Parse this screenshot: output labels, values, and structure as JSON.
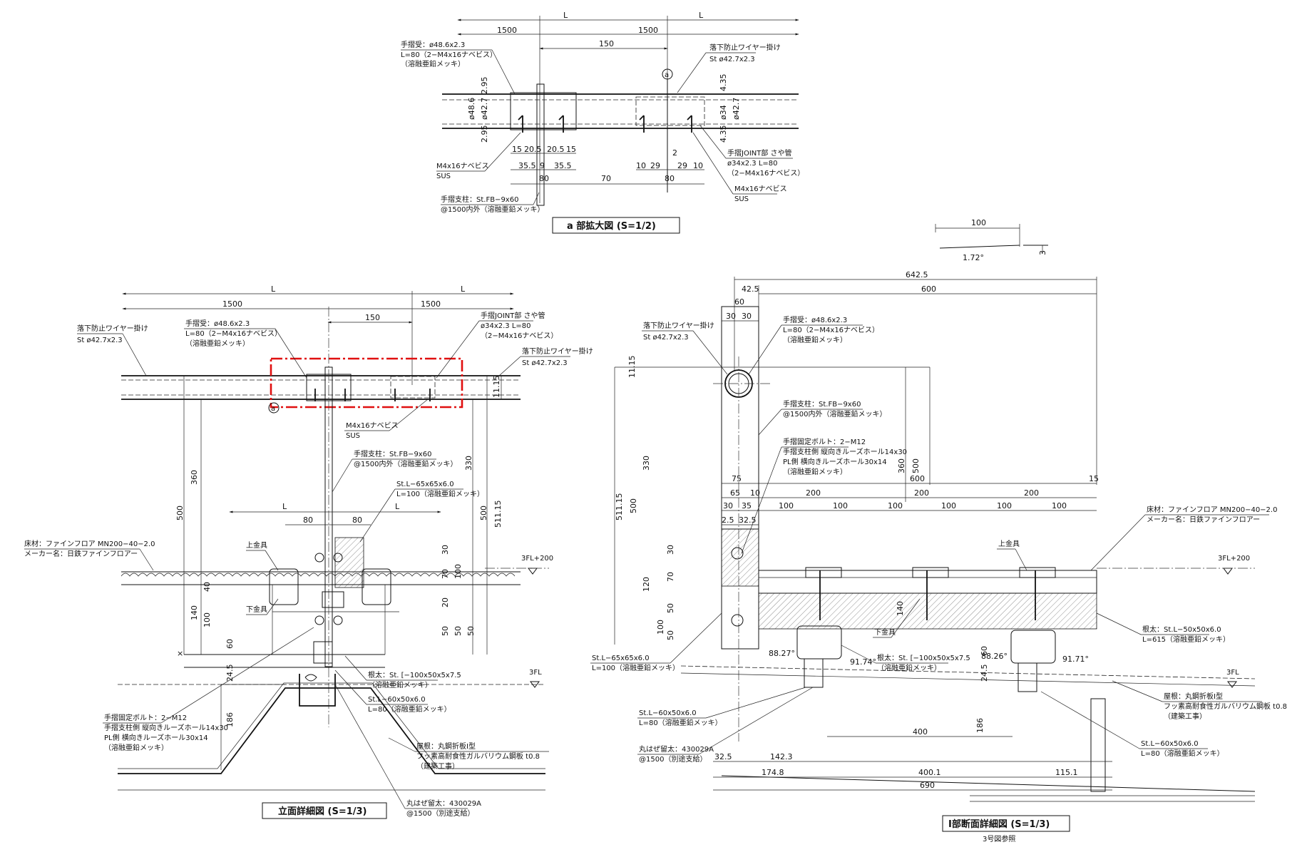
{
  "top_detail": {
    "title": "a 部拡大図 (S=1/2)",
    "dims": {
      "L_left": "L",
      "L_right": "L",
      "d1500a": "1500",
      "d1500b": "1500",
      "d150": "150",
      "d2_95a": "2.95",
      "d2_95b": "2.95",
      "d48_6": "ø48.6",
      "d42_7a": "ø42.7",
      "d4_35a": "4.35",
      "d4_35b": "4.35",
      "d34": "ø34",
      "d42_7b": "ø42.7",
      "d15a": "15",
      "d20_5a": "20.5",
      "d20_5b": "20.5",
      "d15b": "15",
      "d35_5a": "35.5",
      "d9": "9",
      "d35_5b": "35.5",
      "d80a": "80",
      "d70": "70",
      "d10a": "10",
      "d29a": "29",
      "d2": "2",
      "d29b": "29",
      "d10b": "10",
      "d80b": "80"
    },
    "notes": {
      "rail_recv_1": "手摺受：ø48.6x2.3",
      "rail_recv_2": "L=80（2−M4x16ナベビス）",
      "rail_recv_3": "（溶融亜鉛メッキ）",
      "fall_1": "落下防止ワイヤー掛け",
      "fall_2": "St ø42.7x2.3",
      "screw_1": "M4x16ナベビス",
      "screw_2": "SUS",
      "joint_1": "手摺JOINT部 さや管",
      "joint_2": "ø34x2.3 L=80",
      "joint_3": "（2−M4x16ナベビス）",
      "screw2_1": "M4x16ナベビス",
      "screw2_2": "SUS",
      "post_1": "手摺支柱：St.FB−9x60",
      "post_2": "@1500内外（溶融亜鉛メッキ）"
    },
    "marker": "a"
  },
  "slope_detail": {
    "d100": "100",
    "angle": "1.72°",
    "d3": "3"
  },
  "elevation": {
    "title": "立面詳細図 (S=1/3)",
    "dims": {
      "L1": "L",
      "L2": "L",
      "d1500a": "1500",
      "d1500b": "1500",
      "d150": "150",
      "d360": "360",
      "d500a": "500",
      "d330": "330",
      "d500b": "500",
      "d511_15": "511.15",
      "d11_15": "11.15",
      "dL3": "L",
      "dL4": "L",
      "d80a": "80",
      "d80b": "80",
      "d30": "30",
      "d70": "70",
      "d100a": "100",
      "d20": "20",
      "d50a": "50",
      "d50b": "50",
      "d50c": "50",
      "d40": "40",
      "d140": "140",
      "d100b": "100",
      "d60": "60",
      "d24_5": "24.5",
      "d186": "186"
    },
    "notes": {
      "fall_1": "落下防止ワイヤー掛け",
      "fall_2": "St ø42.7x2.3",
      "recv_1": "手摺受：ø48.6x2.3",
      "recv_2": "L=80（2−M4x16ナベビス）",
      "recv_3": "（溶融亜鉛メッキ）",
      "joint_1": "手摺JOINT部 さや管",
      "joint_2": "ø34x2.3 L=80",
      "joint_3": "（2−M4x16ナベビス）",
      "fall2_1": "落下防止ワイヤー掛け",
      "fall2_2": "St ø42.7x2.3",
      "screw_1": "M4x16ナベビス",
      "screw_2": "SUS",
      "post_1": "手摺支柱：St.FB−9x60",
      "post_2": "@1500内外（溶融亜鉛メッキ）",
      "angle_1": "St.L−65x65x6.0",
      "angle_2": "L=100（溶融亜鉛メッキ）",
      "floor_1": "床材：ファインフロア MN200−40−2.0",
      "floor_2": "メーカー名：日鉄ファインフロアー",
      "upper": "上金具",
      "lower": "下金具",
      "beam_1": "根太：St. [−100x50x5x7.5",
      "beam_2": "（溶融亜鉛メッキ）",
      "angle2_1": "St.L−60x50x6.0",
      "angle2_2": "L=80（溶融亜鉛メッキ）",
      "bolt_1": "手摺固定ボルト：2−M12",
      "bolt_2": "手摺支柱側 縦向きルーズホール14x30",
      "bolt_3": "PL側 横向きルーズホール30x14",
      "bolt_4": "（溶融亜鉛メッキ）",
      "roof_1": "屋根：丸鋼折板Ⅰ型",
      "roof_2": "フッ素高耐食性ガルバリウム鋼板 t0.8",
      "roof_3": "（建築工事）",
      "purlin_1": "丸はぜ留太：430029A",
      "purlin_2": "@1500（別途支給）",
      "level_fl200": "3FL+200",
      "level_fl": "3FL",
      "marker": "a"
    }
  },
  "section": {
    "title": "Ⅰ部断面詳細図 (S=1/3)",
    "subtitle": "3号図参照",
    "dims": {
      "d642_5": "642.5",
      "d42_5": "42.5",
      "d600a": "600",
      "d60": "60",
      "d30a": "30",
      "d30b": "30",
      "d11_15": "11.15",
      "d330": "330",
      "d500a": "500",
      "d511_15": "511.15",
      "d360": "360",
      "d500b": "500",
      "d75": "75",
      "d600b": "600",
      "d15": "15",
      "d65": "65",
      "d10": "10",
      "d200a": "200",
      "d200b": "200",
      "d200c": "200",
      "d30c": "30",
      "d35": "35",
      "d100a": "100",
      "d100b": "100",
      "d100c": "100",
      "d100d": "100",
      "d100e": "100",
      "d100f": "100",
      "d2_5": "2.5",
      "d32_5a": "32.5",
      "d30d": "30",
      "d70": "70",
      "d120": "120",
      "d50a": "50",
      "d100g": "100",
      "d50b": "50",
      "d140": "140",
      "d60b": "60",
      "d24_5": "24.5",
      "d186": "186",
      "d400a": "400",
      "d32_5b": "32.5",
      "d142_3": "142.3",
      "d174_8": "174.8",
      "d400_1": "400.1",
      "d115_1": "115.1",
      "d690": "690",
      "a88_27": "88.27°",
      "a91_74": "91.74°",
      "a88_26": "88.26°",
      "a91_71": "91.71°"
    },
    "notes": {
      "fall_1": "落下防止ワイヤー掛け",
      "fall_2": "St ø42.7x2.3",
      "recv_1": "手摺受：ø48.6x2.3",
      "recv_2": "L=80（2−M4x16ナベビス）",
      "recv_3": "（溶融亜鉛メッキ）",
      "post_1": "手摺支柱：St.FB−9x60",
      "post_2": "@1500内外（溶融亜鉛メッキ）",
      "bolt_1": "手摺固定ボルト：2−M12",
      "bolt_2": "手摺支柱側 縦向きルーズホール14x30",
      "bolt_3": "PL側 横向きルーズホール30x14",
      "bolt_4": "（溶融亜鉛メッキ）",
      "floor_1": "床材：ファインフロア MN200−40−2.0",
      "floor_2": "メーカー名：日鉄ファインフロアー",
      "upper": "上金具",
      "lower": "下金具",
      "edge_1": "根太：St.L−50x50x6.0",
      "edge_2": "L=615（溶融亜鉛メッキ）",
      "beam_1": "根太：St. [−100x50x5x7.5",
      "beam_2": "（溶融亜鉛メッキ）",
      "angle_1": "St.L−65x65x6.0",
      "angle_2": "L=100（溶融亜鉛メッキ）",
      "angle2_1": "St.L−60x50x6.0",
      "angle2_2": "L=80（溶融亜鉛メッキ）",
      "purlin_1": "丸はぜ留太：430029A",
      "purlin_2": "@1500（別途支給）",
      "roof_1": "屋根：丸鋼折板Ⅰ型",
      "roof_2": "フッ素高耐食性ガルバリウム鋼板 t0.8",
      "roof_3": "（建築工事）",
      "angle3_1": "St.L−60x50x6.0",
      "angle3_2": "L=80（溶融亜鉛メッキ）",
      "level_fl200": "3FL+200",
      "level_fl": "3FL"
    }
  },
  "colors": {
    "highlight": "#e01010",
    "ink": "#111111"
  }
}
